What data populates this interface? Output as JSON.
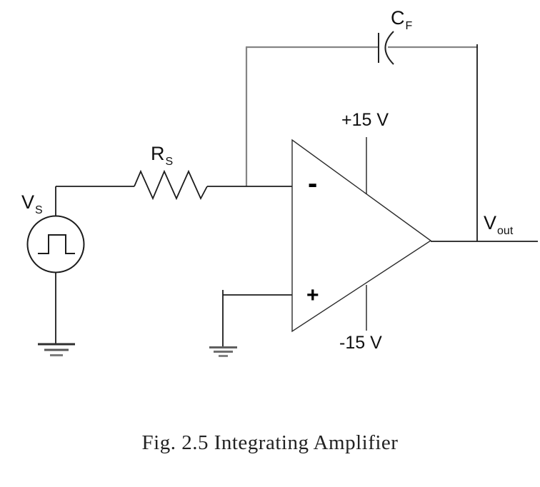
{
  "caption": "Fig. 2.5 Integrating Amplifier",
  "labels": {
    "source": {
      "main": "V",
      "sub": "S"
    },
    "resistor": {
      "main": "R",
      "sub": "S"
    },
    "capacitor": {
      "main": "C",
      "sub": "F"
    },
    "positive_supply": "+15 V",
    "negative_supply": "-15 V",
    "output": {
      "main": "V",
      "sub": "out"
    },
    "opamp": {
      "inverting": "-",
      "noninverting": "+"
    }
  },
  "icons": {
    "source": "pulse-waveform-icon",
    "ground": "earth-ground-icon",
    "capacitor": "capacitor-icon",
    "resistor": "resistor-zigzag-icon",
    "opamp": "opamp-triangle-icon"
  },
  "colors": {
    "background": "#ffffff",
    "wire": "#1c1c1c",
    "feedback_wire": "#848484",
    "supply_stub": "#3c3c3c",
    "caption_text": "#222222"
  }
}
